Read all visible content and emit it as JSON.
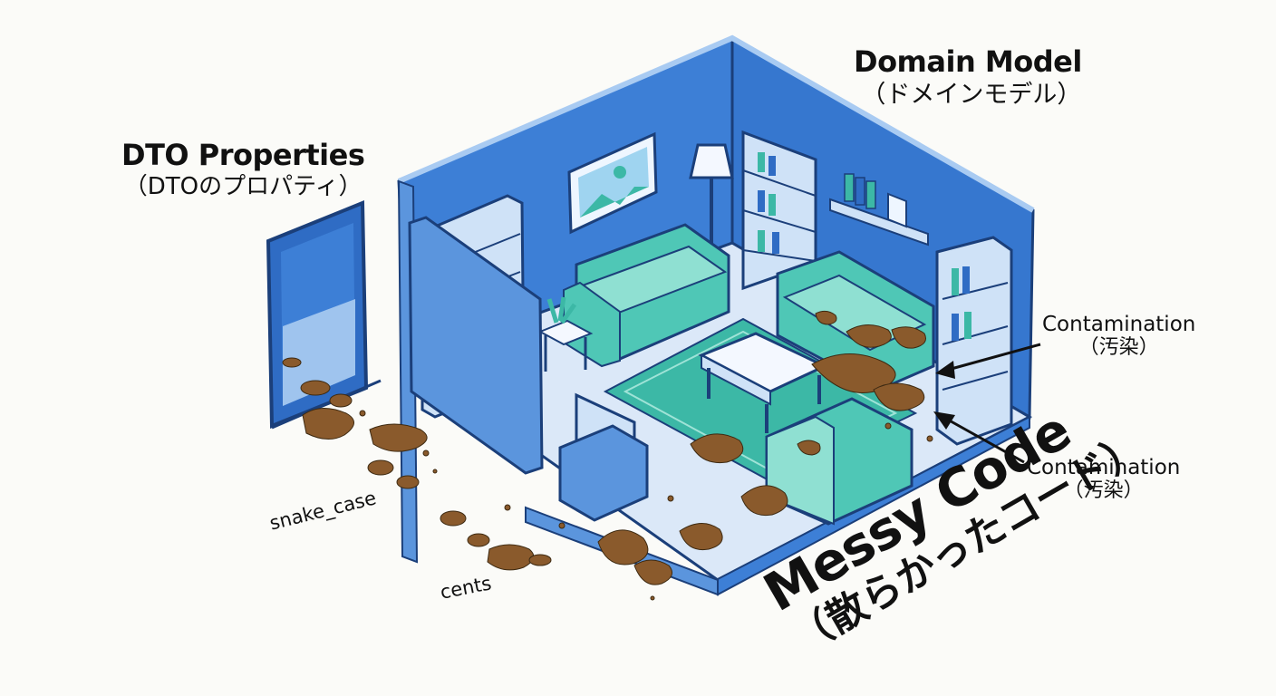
{
  "labels": {
    "domain_model": {
      "en": "Domain Model",
      "ja": "（ドメインモデル）"
    },
    "dto_properties": {
      "en": "DTO Properties",
      "ja": "（DTOのプロパティ）"
    },
    "contamination_1": {
      "en": "Contamination",
      "ja": "（汚染）"
    },
    "contamination_2": {
      "en": "Contamination",
      "ja": "（汚染）"
    },
    "snake_case": "snake_case",
    "cents": "cents",
    "messy_code": {
      "en": "Messy Code",
      "ja": "（散らかったコード）"
    }
  },
  "colors": {
    "wall_blue": "#3d7fd6",
    "wall_dark": "#2f6cc4",
    "floor": "#dbe8f8",
    "outline": "#1b3f7a",
    "furniture_teal": "#4fc7b6",
    "rug_teal": "#3cb8a6",
    "mud_brown": "#8a5a2c",
    "light_blue": "#cfe2f7"
  },
  "icons": [
    "door",
    "sofa",
    "coffee-table",
    "bookshelf",
    "floor-lamp",
    "picture-frame",
    "tv",
    "plant",
    "mud-footprints",
    "mud-splatter",
    "arrow"
  ]
}
